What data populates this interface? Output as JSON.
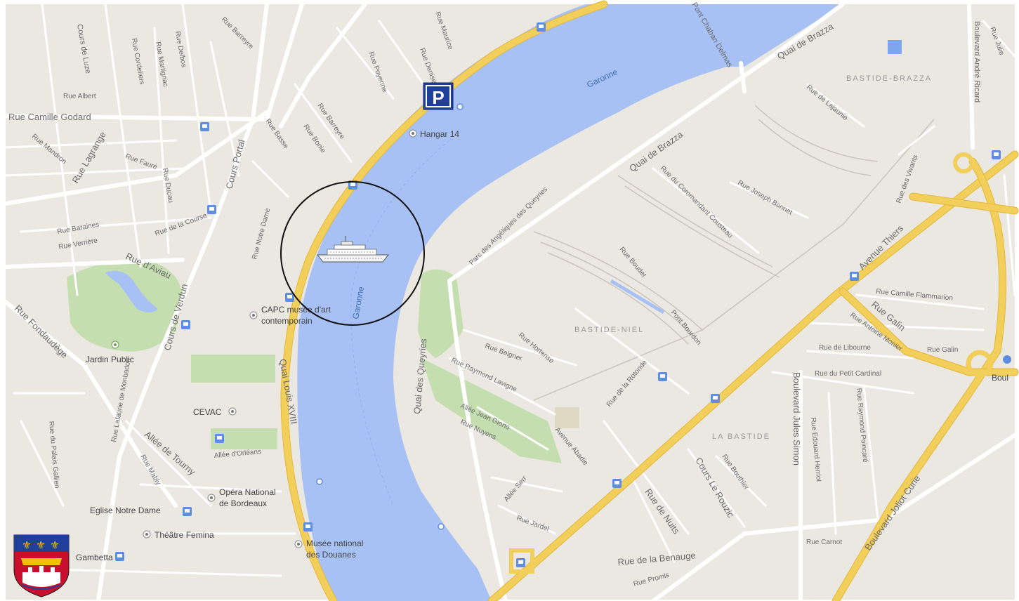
{
  "map": {
    "colors": {
      "land": "#ebe8e2",
      "water": "#a7c1f5",
      "park": "#c4deb0",
      "major_road": "#f2cf5a",
      "minor_road": "#ffffff",
      "label": "#6b6b6b"
    },
    "river_labels": [
      "Garonne",
      "Garonne"
    ],
    "streets": [
      "Cours de Luze",
      "Rue Albert",
      "Rue Camille Godard",
      "Rue Mandron",
      "Rue Lagrange",
      "Rue Barreyre",
      "Rue Cordeliers",
      "Rue Martignac",
      "Rue Delbos",
      "Rue Fauré",
      "Rue Ducau",
      "Rue Poyenne",
      "Rue Denise",
      "Rue Maurice",
      "Cours Portal",
      "Rue Basse",
      "Rue Bonie",
      "Rue Barreyre",
      "Rue de la Course",
      "Rue Baraines",
      "Rue Verrière",
      "Rue d'Aviau",
      "Rue Notre Dame",
      "Rue Fondaudège",
      "Cours de Verdun",
      "Quai Louis XVIII",
      "Rue du Palais Gallien",
      "Allée de Tourny",
      "Rue Mably",
      "Allée d'Orléans",
      "Rue Lafaurie de Monbadon",
      "Quai de Brazza",
      "Quai de Brazza",
      "Quai des Queyries",
      "Parc des Angéliques des Queyries",
      "Rue du Commandant Cousteau",
      "Rue Joseph Bonnet",
      "Rue Boudet",
      "Pont Bourdon",
      "Rue de la Rotonde",
      "Rue Hortense",
      "Rue Beigner",
      "Rue Raymond Lavigne",
      "Allée Jean Giono",
      "Rue Nuyens",
      "Avenue Abadie",
      "Allée Serr",
      "Rue Jardel",
      "Rue de Nuits",
      "Cours Le Rouzic",
      "Rue Bouthier",
      "Boulevard Jules Simon",
      "Rue Edouard Herriot",
      "Rue Raymond Poincaré",
      "Rue Carnot",
      "Boulevard Joliot Curie",
      "Rue de la Benauge",
      "Rue Promis",
      "Avenue Thiers",
      "Rue Galin",
      "Rue Camille Flammarion",
      "Rue Antoine Monier",
      "Rue de Libourne",
      "Rue du Petit Cardinal",
      "Rue Galin",
      "Boulevard André Ricard",
      "Rue de Lajaunie",
      "Rue des Vivants",
      "Pont Chaban Delmas",
      "Rue Julie"
    ],
    "areas": [
      "BASTIDE-BRAZZA",
      "BASTIDE-NIEL",
      "LA BASTIDE"
    ],
    "places": [
      {
        "name": "Hangar 14",
        "icon": "poi-dot-icon"
      },
      {
        "name": "CAPC musée d'art",
        "line2": "contemporain",
        "icon": "museum-icon"
      },
      {
        "name": "Jardin Public",
        "icon": "park-dot-icon"
      },
      {
        "name": "CEVAC",
        "icon": "poi-dot-icon"
      },
      {
        "name": "Opéra National",
        "line2": "de Bordeaux",
        "icon": "poi-dot-icon"
      },
      {
        "name": "Eglise Notre Dame",
        "icon": "poi-dot-icon"
      },
      {
        "name": "Théâtre Femina",
        "icon": "poi-dot-icon"
      },
      {
        "name": "Musée national",
        "line2": "des Douanes",
        "icon": "museum-icon"
      },
      {
        "name": "Gambetta",
        "icon": "transit-stop-icon"
      },
      {
        "name": "Boul",
        "icon": "transit-stop-icon"
      }
    ],
    "markers": {
      "parking_label": "P",
      "boat_icon": "cruise-ship-icon",
      "coat_of_arms_icon": "bordeaux-coat-of-arms-icon"
    }
  }
}
